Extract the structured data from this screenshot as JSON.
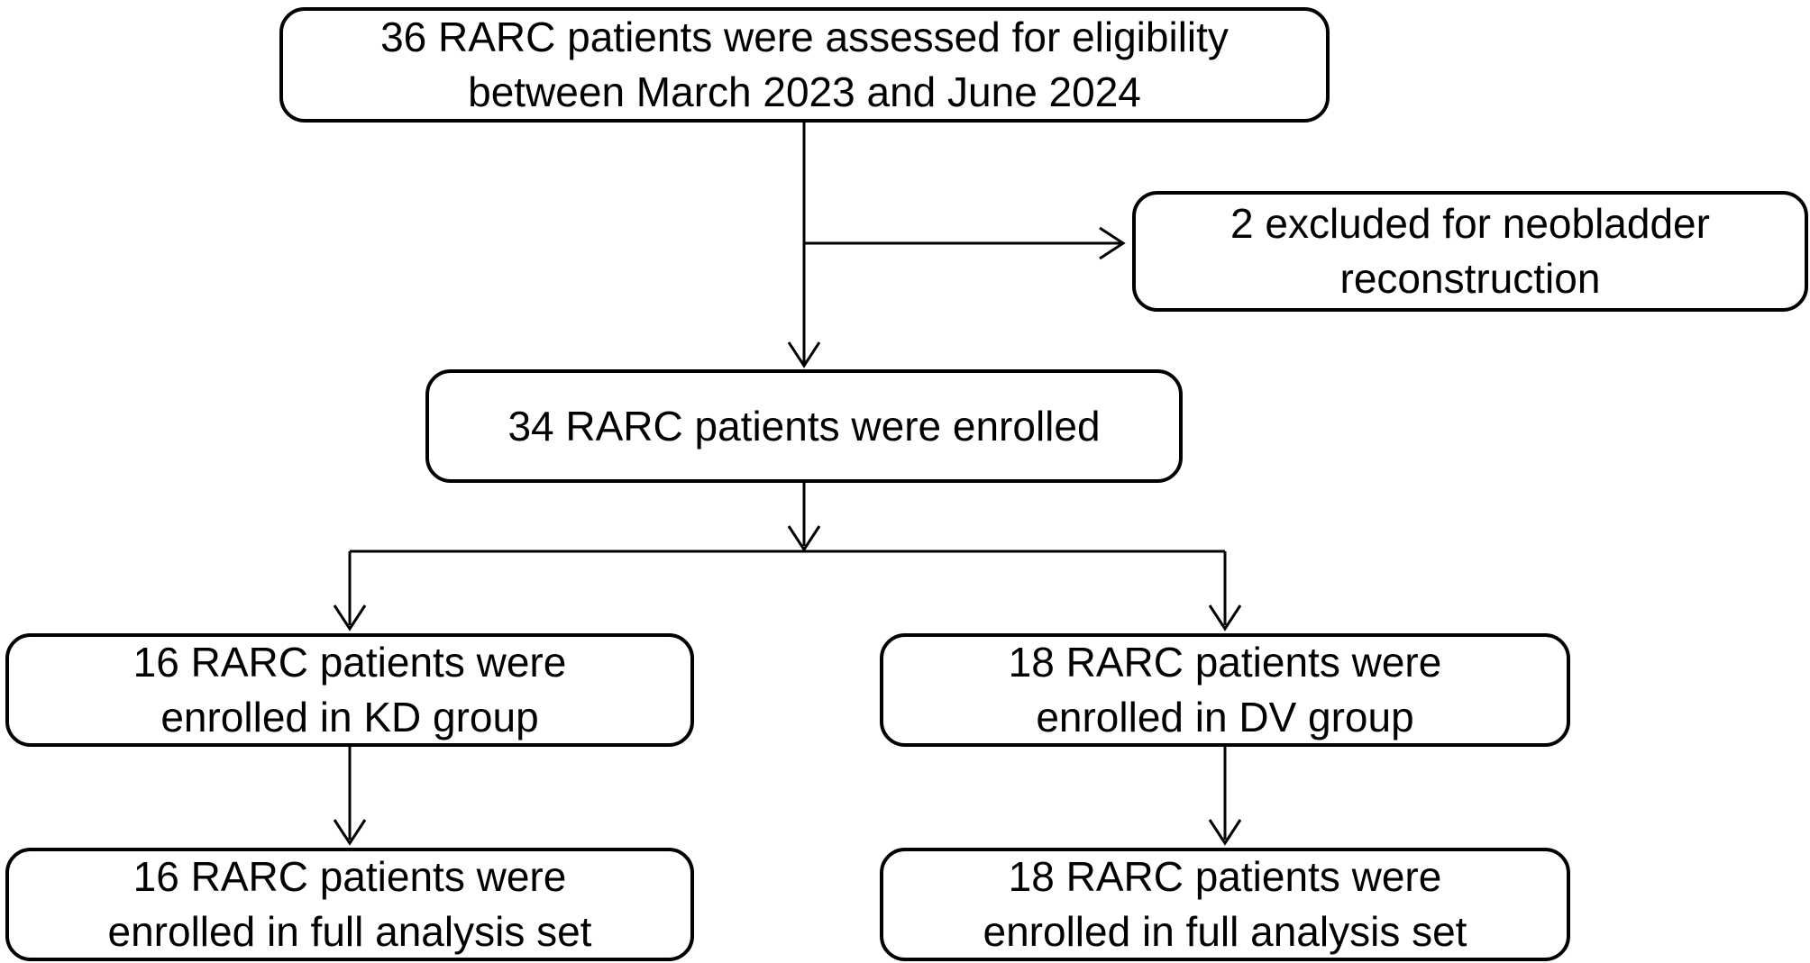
{
  "diagram": {
    "type": "flowchart",
    "title": "RARC patient enrollment flow",
    "colors": {
      "border": "#000000",
      "background": "#ffffff",
      "text": "#000000"
    },
    "boxes": {
      "assessed": {
        "line1": "36 RARC patients were assessed for eligibility",
        "line2": "between March 2023 and June 2024"
      },
      "excluded": {
        "line1": "2 excluded for neobladder",
        "line2": "reconstruction"
      },
      "enrolled": {
        "line1": "34 RARC patients were enrolled"
      },
      "kd_group": {
        "line1": "16 RARC patients were",
        "line2": "enrolled in KD group"
      },
      "dv_group": {
        "line1": "18 RARC patients were",
        "line2": "enrolled in DV group"
      },
      "kd_fas": {
        "line1": "16 RARC patients were",
        "line2": "enrolled in full analysis set"
      },
      "dv_fas": {
        "line1": "18 RARC patients were",
        "line2": "enrolled in full analysis set"
      }
    }
  }
}
